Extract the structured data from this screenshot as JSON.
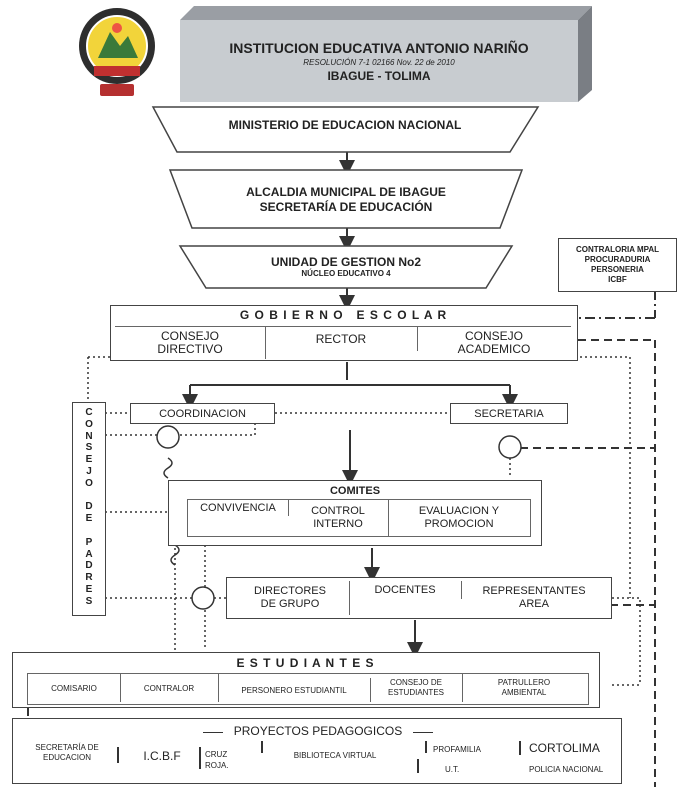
{
  "header": {
    "title": "INSTITUCION EDUCATIVA ANTONIO NARIÑO",
    "resolution": "RESOLUCIÓN 7-1 02166 Nov. 22 de 2010",
    "city": "IBAGUE - TOLIMA"
  },
  "levels": {
    "ministerio": "MINISTERIO DE EDUCACION NACIONAL",
    "alcaldia_1": "ALCALDIA MUNICIPAL DE IBAGUE",
    "alcaldia_2": "SECRETARÍA DE EDUCACIÓN",
    "unidad_1": "UNIDAD DE GESTION No2",
    "unidad_2": "NÚCLEO EDUCATIVO 4"
  },
  "control": {
    "l1": "CONTRALORIA MPAL",
    "l2": "PROCURADURIA",
    "l3": "PERSONERIA",
    "l4": "ICBF"
  },
  "gobierno": {
    "title": "G O B I E R N O   E S C O L A R",
    "directivo_1": "CONSEJO",
    "directivo_2": "DIRECTIVO",
    "rector": "RECTOR",
    "academico_1": "CONSEJO",
    "academico_2": "ACADEMICO"
  },
  "consejo_padres": [
    "C",
    "O",
    "N",
    "S",
    "E",
    "J",
    "O",
    "",
    "D",
    "E",
    "",
    "P",
    "A",
    "D",
    "R",
    "E",
    "S"
  ],
  "coordinacion": "COORDINACION",
  "secretaria": "SECRETARIA",
  "comites": {
    "title": "COMITES",
    "convivencia": "CONVIVENCIA",
    "control_1": "CONTROL",
    "control_2": "INTERNO",
    "evaluacion_1": "EVALUACION Y",
    "evaluacion_2": "PROMOCION"
  },
  "docentes_row": {
    "directores_1": "DIRECTORES",
    "directores_2": "DE GRUPO",
    "docentes": "DOCENTES",
    "representantes_1": "REPRESENTANTES",
    "representantes_2": "AREA"
  },
  "estudiantes": {
    "title": "E S T U D I A N T E S",
    "comisario": "COMISARIO",
    "contralor": "CONTRALOR",
    "personero": "PERSONERO ESTUDIANTIL",
    "consejo_1": "CONSEJO DE",
    "consejo_2": "ESTUDIANTES",
    "patrullero_1": "PATRULLERO",
    "patrullero_2": "AMBIENTAL"
  },
  "proyectos": {
    "title": "PROYECTOS PEDAGOGICOS",
    "secretaria_1": "SECRETARÍA DE",
    "secretaria_2": "EDUCACION",
    "icbf": "I.C.B.F",
    "cruz_1": "CRUZ",
    "cruz_2": "ROJA.",
    "biblioteca": "BIBLIOTECA VIRTUAL",
    "profamilia": "PROFAMILIA",
    "ut": "U.T.",
    "cortolima": "CORTOLIMA",
    "policia": "POLICIA NACIONAL"
  },
  "colors": {
    "header_bg": "#c8ccd0",
    "line": "#333333"
  }
}
